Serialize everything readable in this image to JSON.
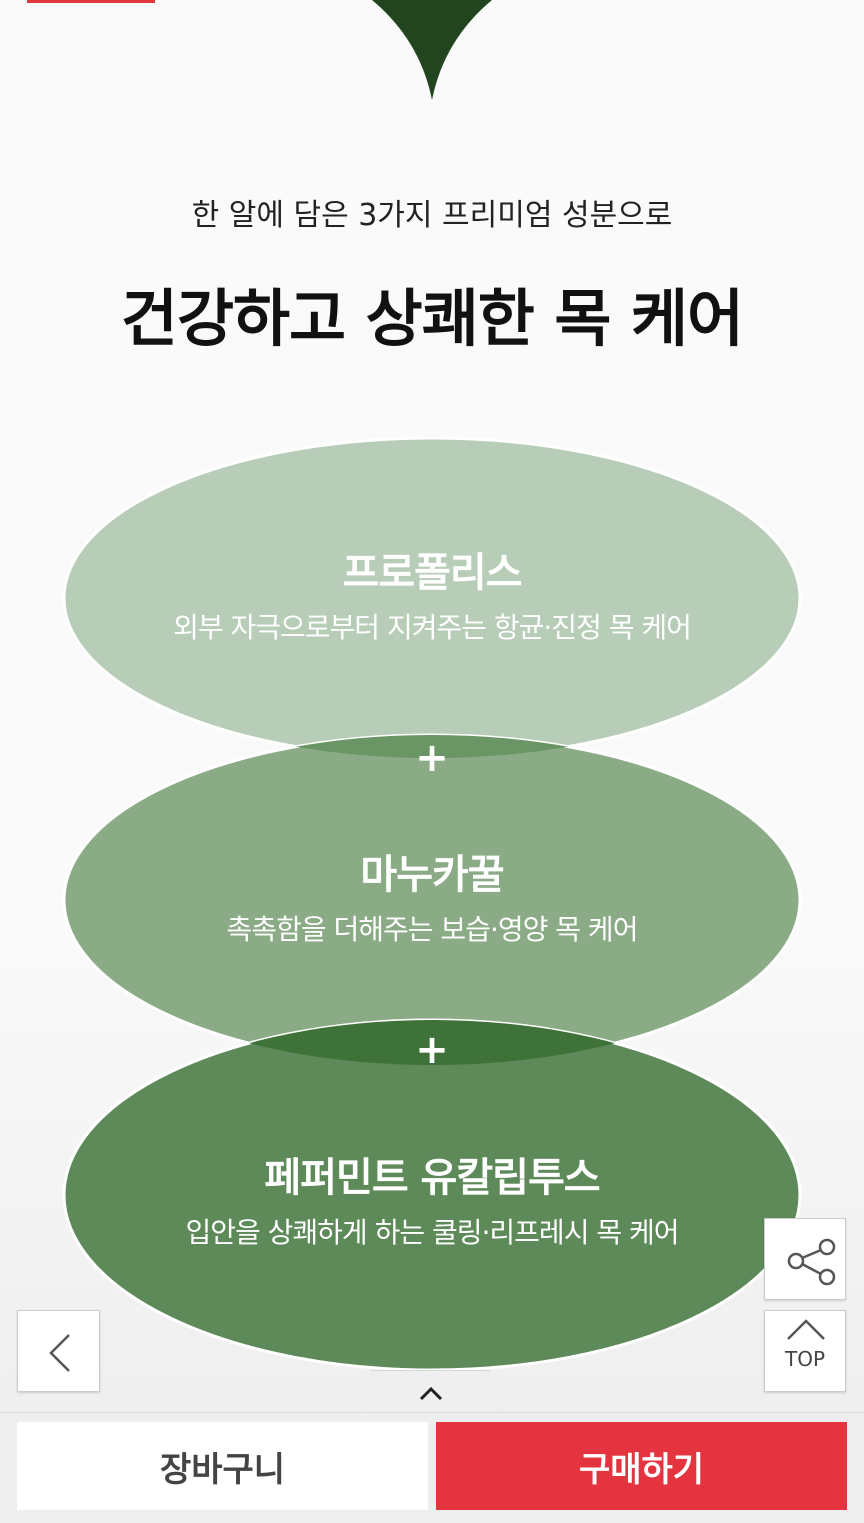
{
  "header": {
    "subtitle": "한 알에 담은 3가지 프리미엄 성분으로",
    "title": "건강하고 상쾌한 목 케어"
  },
  "ingredients": [
    {
      "name": "프로폴리스",
      "desc": "외부 자극으로부터 지켜주는 항균·진정 목 케어",
      "color": "#b8cdb8"
    },
    {
      "name": "마누카꿀",
      "desc": "촉촉함을 더해주는 보습·영양 목 케어",
      "color": "#8aab85"
    },
    {
      "name": "페퍼민트 유칼립투스",
      "desc": "입안을 상쾌하게 하는 쿨링·리프레시 목 케어",
      "color": "#5e8a5a"
    }
  ],
  "plus": "+",
  "floating": {
    "top_label": "TOP"
  },
  "bottom_bar": {
    "cart_label": "장바구니",
    "buy_label": "구매하기",
    "buy_color": "#e3343f"
  }
}
